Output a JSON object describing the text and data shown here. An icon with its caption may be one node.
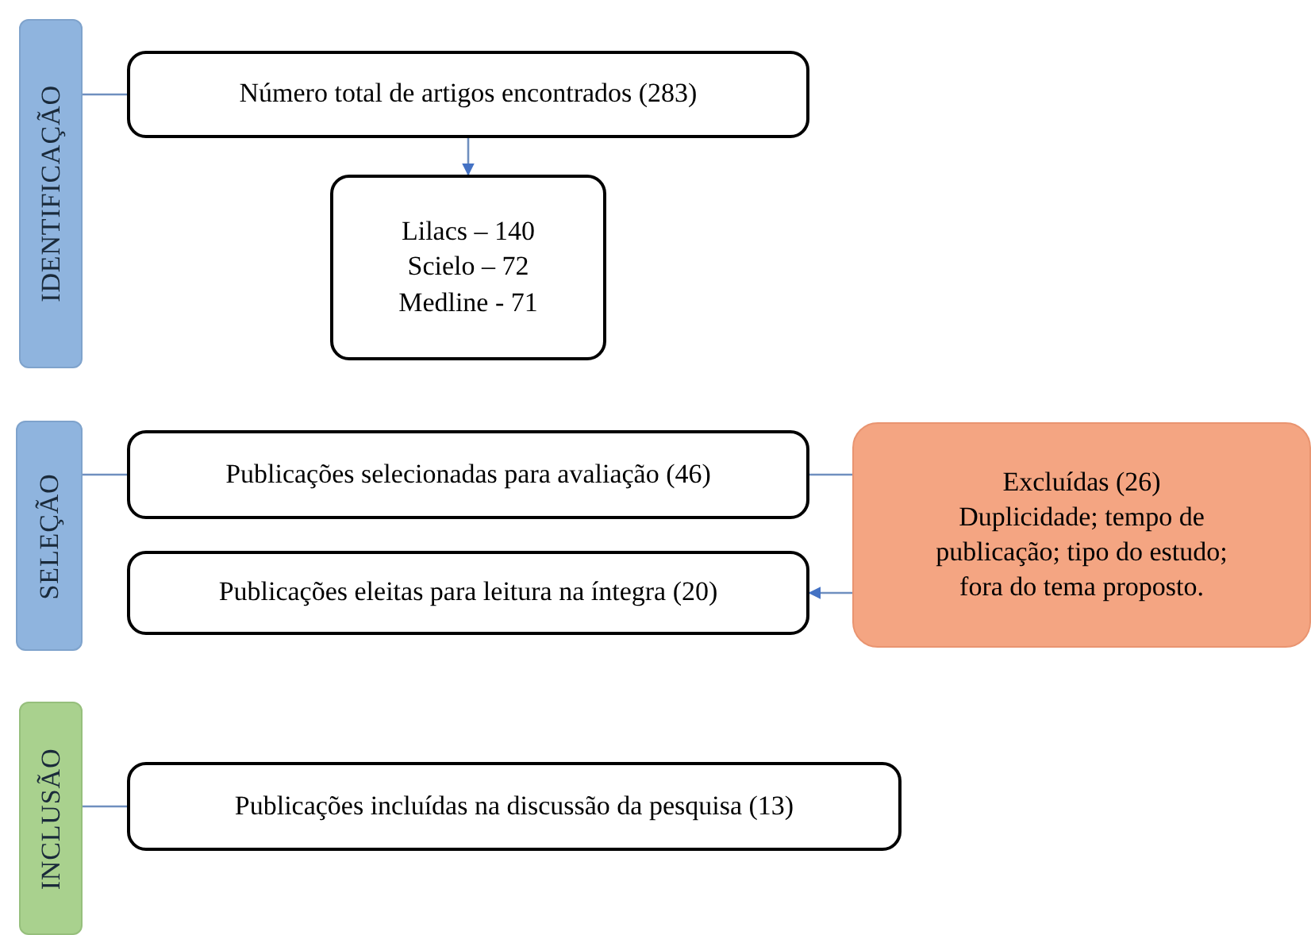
{
  "diagram": {
    "nodes": [
      {
        "text": [
          "IDENTIFICAÇÃO"
        ]
      },
      {
        "text": [
          "Número total de artigos encontrados (283)"
        ]
      },
      {
        "text": [
          "Lilacs – 140",
          "Scielo – 72",
          "Medline - 71"
        ]
      },
      {
        "text": [
          "SELEÇÃO"
        ]
      },
      {
        "text": [
          "Publicações selecionadas para avaliação (46)"
        ]
      },
      {
        "text": [
          "Publicações eleitas para leitura na íntegra (20)"
        ]
      },
      {
        "text": [
          "Excluídas (26)",
          "Duplicidade; tempo de publicação; tipo do estudo; fora do tema proposto."
        ]
      },
      {
        "text": [
          "INCLUSÃO"
        ]
      },
      {
        "text": [
          "Publicações incluídas na discussão da pesquisa (13)"
        ]
      }
    ],
    "edges": [
      {
        "from": 0,
        "to": 1,
        "arrow": "none"
      },
      {
        "from": 1,
        "to": 2,
        "arrow": "to"
      },
      {
        "from": 3,
        "to": 4,
        "arrow": "none"
      },
      {
        "from": 4,
        "to": 6,
        "arrow": "none"
      },
      {
        "from": 6,
        "to": 5,
        "arrow": "to"
      },
      {
        "from": 7,
        "to": 8,
        "arrow": "none"
      }
    ]
  }
}
